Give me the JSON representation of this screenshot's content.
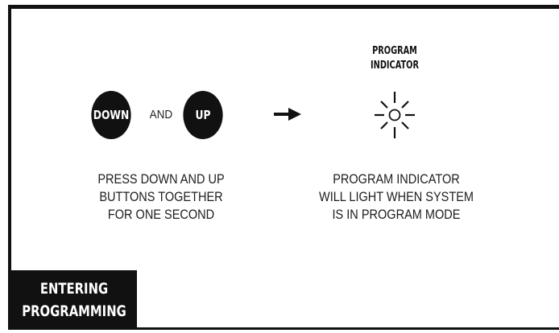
{
  "buttons": {
    "down_label": "DOWN",
    "and_label": "AND",
    "up_label": "UP"
  },
  "indicator": {
    "title_line1": "PROGRAM",
    "title_line2": "INDICATOR"
  },
  "captions": {
    "left": [
      "PRESS DOWN AND UP",
      "BUTTONS TOGETHER",
      "FOR ONE SECOND"
    ],
    "right": [
      "PROGRAM INDICATOR",
      "WILL LIGHT WHEN SYSTEM",
      "IS IN PROGRAM MODE"
    ]
  },
  "section_tab": {
    "line1": "ENTERING",
    "line2": "PROGRAMMING"
  },
  "colors": {
    "ink": "#111111",
    "background": "#ffffff"
  },
  "icons": [
    "arrow-right-icon",
    "light-burst-icon"
  ]
}
